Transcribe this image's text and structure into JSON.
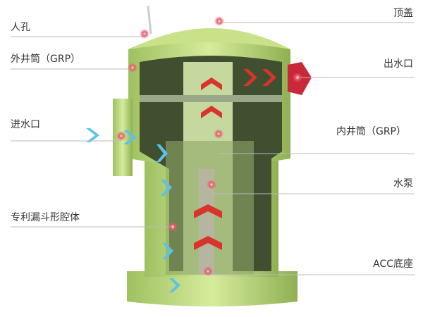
{
  "labels": {
    "manhole": "人孔",
    "outer_shell": "外井筒（GRP）",
    "inlet": "进水口",
    "funnel_chamber": "专利漏斗形腔体",
    "top_cover": "顶盖",
    "outlet": "出水口",
    "inner_shell": "内井筒（GRP）",
    "pump": "水泵",
    "base": "ACC底座"
  },
  "colors": {
    "body": "#b9d77e",
    "dark": "#556b3a",
    "flow_out": "#d9342b",
    "flow_in": "#5bc3e6",
    "marker": "#e85a6a"
  }
}
